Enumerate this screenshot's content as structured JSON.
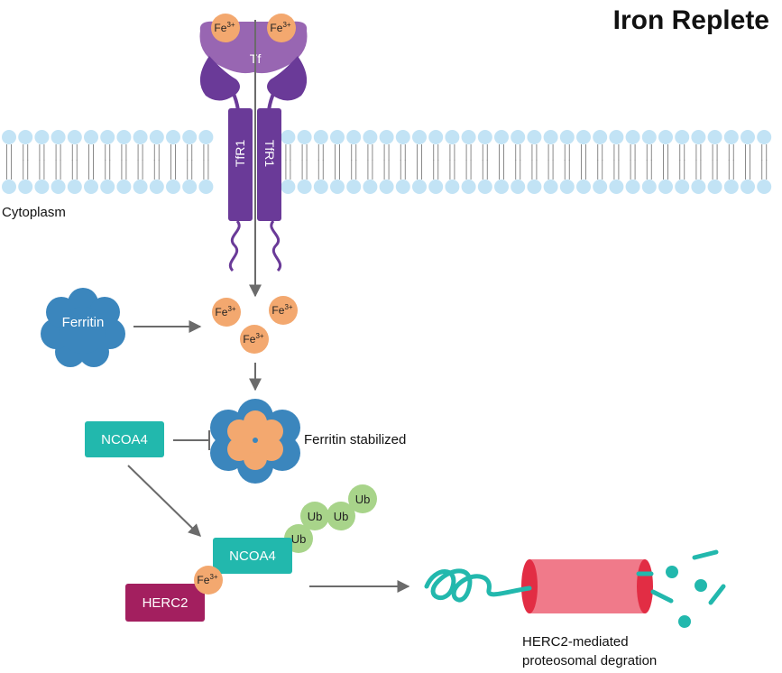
{
  "title": "Iron Replete",
  "compartment_label": "Cytoplasm",
  "iron_ion": {
    "label": "Fe",
    "charge": "3+"
  },
  "transferrin_label": "Tf",
  "receptor_label": "TfR1",
  "ferritin_label": "Ferritin",
  "ncoa4_label": "NCOA4",
  "ferritin_stabilized_label": "Ferritin stabilized",
  "ubiquitin_label": "Ub",
  "herc2_label": "HERC2",
  "proteasome_caption": [
    "HERC2-mediated",
    "proteosomal degration"
  ],
  "colors": {
    "membrane_head": "#c2e3f5",
    "membrane_tail": "#8a8a8a",
    "iron": "#f3a86f",
    "transferrin": "#9866b2",
    "receptor": "#6a3a98",
    "ferritin": "#3b86bd",
    "ncoa4": "#22b8ad",
    "ubiquitin": "#a8d48a",
    "herc2": "#a31f5f",
    "proteasome_body": "#f07a8a",
    "proteasome_cap": "#e22d44",
    "fragments": "#22b8ad",
    "arrow": "#6b6b6b"
  }
}
